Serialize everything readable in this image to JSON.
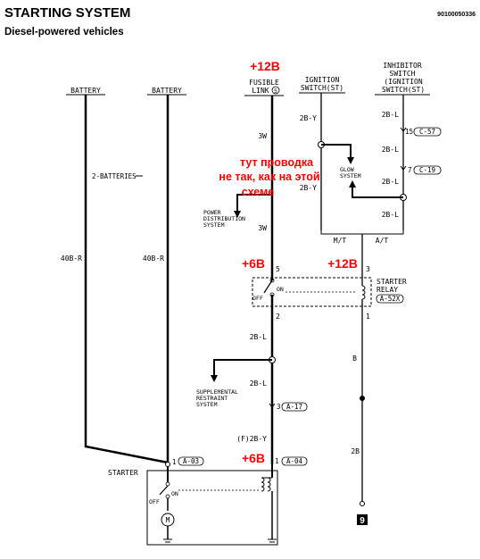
{
  "header": {
    "title": "STARTING SYSTEM",
    "subtitle": "Diesel-powered vehicles",
    "code": "90100050336"
  },
  "labels": {
    "battery_left": "BATTERY",
    "battery_right": "BATTERY",
    "two_batteries": "2-BATTERIES",
    "wire_40br_left": "40B-R",
    "wire_40br_right": "40B-R",
    "fusible_link_1": "FUSIBLE",
    "fusible_link_2": "LINK",
    "fusible_num": "5",
    "ign_1": "IGNITION",
    "ign_2": "SWITCH(ST)",
    "inh_1": "INHIBITOR",
    "inh_2": "SWITCH",
    "inh_3": "(IGNITION",
    "inh_4": "SWITCH(ST)",
    "wire_3w_top": "3W",
    "wire_3w_bottom": "3W",
    "wire_2by_1": "2B-Y",
    "wire_2by_2": "2B-Y",
    "wire_2bl_1": "2B-L",
    "wire_2bl_2": "2B-L",
    "wire_2bl_3": "2B-L",
    "wire_2bl_4": "2B-L",
    "conn_c57_pin": "15",
    "conn_c57": "C-57",
    "conn_c19_pin": "7",
    "conn_c19": "C-19",
    "glow_1": "GLOW",
    "glow_2": "SYSTEM",
    "power_1": "POWER",
    "power_2": "DISTRIBUTION",
    "power_3": "SYSTEM",
    "mt": "M/T",
    "at": "A/T",
    "relay_pin5": "5",
    "relay_pin3": "3",
    "relay_pin2": "2",
    "relay_pin1": "1",
    "relay_on": "ON",
    "relay_off": "OFF",
    "relay_1": "STARTER",
    "relay_2": "RELAY",
    "relay_conn": "A-52X",
    "wire_2bl_5": "2B-L",
    "wire_2bl_6": "2B-L",
    "wire_b": "B",
    "wire_2b": "2B",
    "srs_1": "SUPPLEMENTAL",
    "srs_2": "RESTRAINT",
    "srs_3": "SYSTEM",
    "conn_a17_pin": "3",
    "conn_a17": "A-17",
    "wire_f2by": "(F)2B-Y",
    "conn_a04_pin": "1",
    "conn_a04": "A-04",
    "starter": "STARTER",
    "starter_pin": "1",
    "conn_a03": "A-03",
    "starter_on": "ON",
    "starter_off": "OFF",
    "motor": "M",
    "page_ref": "9"
  },
  "annotations": {
    "v12_top": "+12B",
    "note_1": "тут проводка",
    "note_2": "не так, как на этой",
    "note_3": "схеме",
    "v6_left": "+6B",
    "v12_right": "+12B",
    "v6_bottom": "+6B"
  },
  "colors": {
    "ink": "#000000",
    "annotation": "#ff0000"
  }
}
